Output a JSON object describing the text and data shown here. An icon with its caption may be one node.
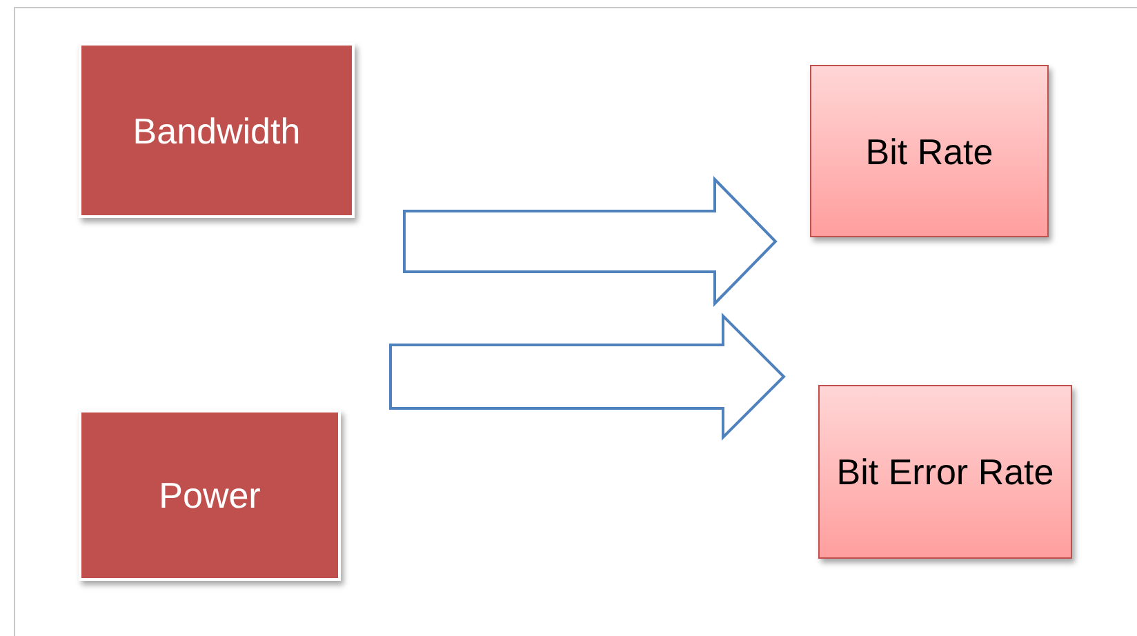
{
  "diagram": {
    "nodes": [
      {
        "text": [
          "Bandwidth"
        ]
      },
      {
        "text": [
          "Power"
        ]
      },
      {
        "text": [
          "Bit Rate"
        ]
      },
      {
        "text": [
          "Bit Error Rate"
        ]
      }
    ],
    "edges": [
      {
        "from": 0,
        "to": 2,
        "arrow": "to",
        "style": "thick"
      },
      {
        "from": 1,
        "to": 3,
        "arrow": "to",
        "style": "thick"
      }
    ]
  }
}
